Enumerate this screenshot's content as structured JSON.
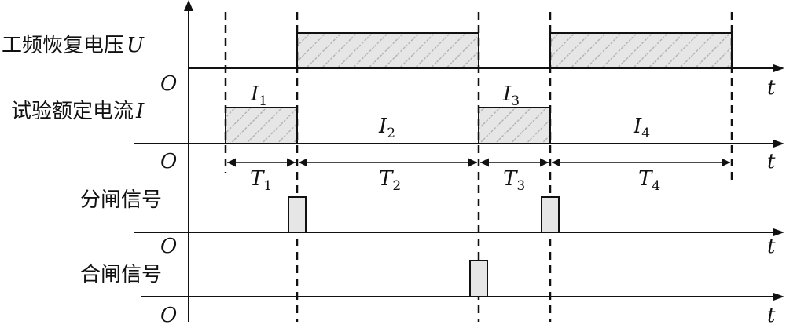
{
  "rows": [
    {
      "label": "工频恢复电压",
      "symbol": "U",
      "origin": "O",
      "axis": "t"
    },
    {
      "label": "试验额定电流",
      "symbol": "I",
      "origin": "O",
      "axis": "t"
    },
    {
      "label": "分闸信号",
      "origin": "O",
      "axis": "t"
    },
    {
      "label": "合闸信号",
      "origin": "O",
      "axis": "t"
    }
  ],
  "currents": [
    {
      "base": "I",
      "sub": "1"
    },
    {
      "base": "I",
      "sub": "2"
    },
    {
      "base": "I",
      "sub": "3"
    },
    {
      "base": "I",
      "sub": "4"
    }
  ],
  "intervals": [
    {
      "base": "T",
      "sub": "1"
    },
    {
      "base": "T",
      "sub": "2"
    },
    {
      "base": "T",
      "sub": "3"
    },
    {
      "base": "T",
      "sub": "4"
    }
  ],
  "colors": {
    "line": "#111111",
    "fill": "#e6e6e6",
    "hatch": "#b4b4b4"
  }
}
